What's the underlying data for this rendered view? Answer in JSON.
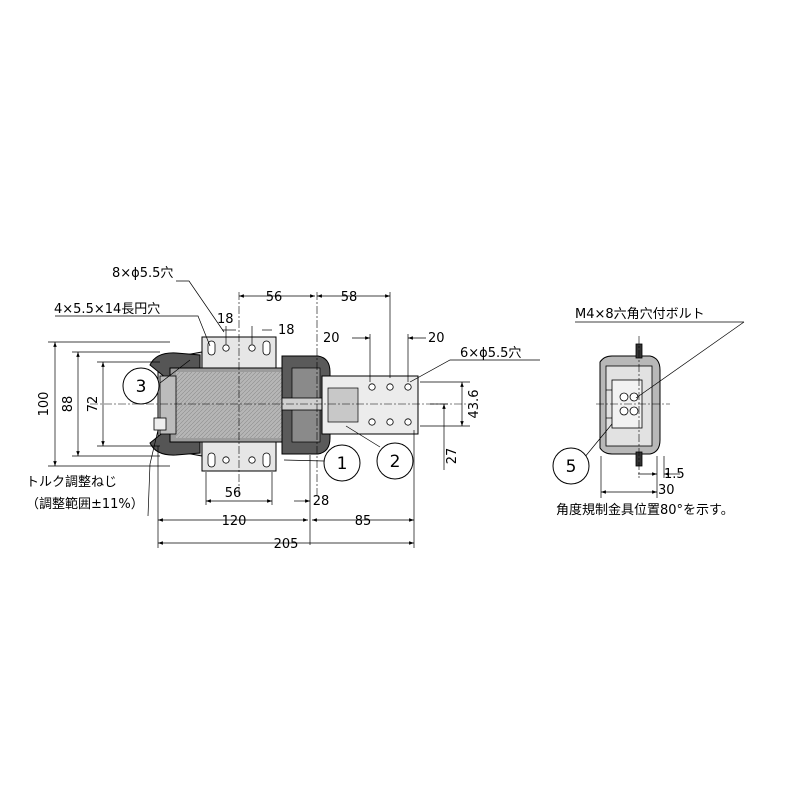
{
  "colors": {
    "line": "#000000",
    "body": "#9a9a9a",
    "body_dark": "#4a4a4a",
    "plate": "#e8e8e8",
    "background": "#ffffff"
  },
  "callouts": {
    "holes_8": "8×ϕ5.5穴",
    "slots_4": "4×5.5×14長円穴",
    "holes_6": "6×ϕ5.5穴",
    "bolt": "M4×8六角穴付ボルト",
    "torque_1": "トルク調整ねじ",
    "torque_2": "（調整範囲±11%）",
    "note": "角度規制金具位置80°を示す。"
  },
  "dimensions": {
    "top_56": "56",
    "top_58": "58",
    "top_18a": "18",
    "top_18b": "18",
    "top_20a": "20",
    "top_20b": "20",
    "h_100": "100",
    "h_88": "88",
    "h_72": "72",
    "r_43_6": "43.6",
    "r_27": "27",
    "b_56": "56",
    "b_28": "28",
    "b_120": "120",
    "b_85": "85",
    "b_205": "205",
    "s_1_5": "1.5",
    "s_30": "30"
  },
  "balloons": [
    "1",
    "2",
    "3",
    "5"
  ]
}
